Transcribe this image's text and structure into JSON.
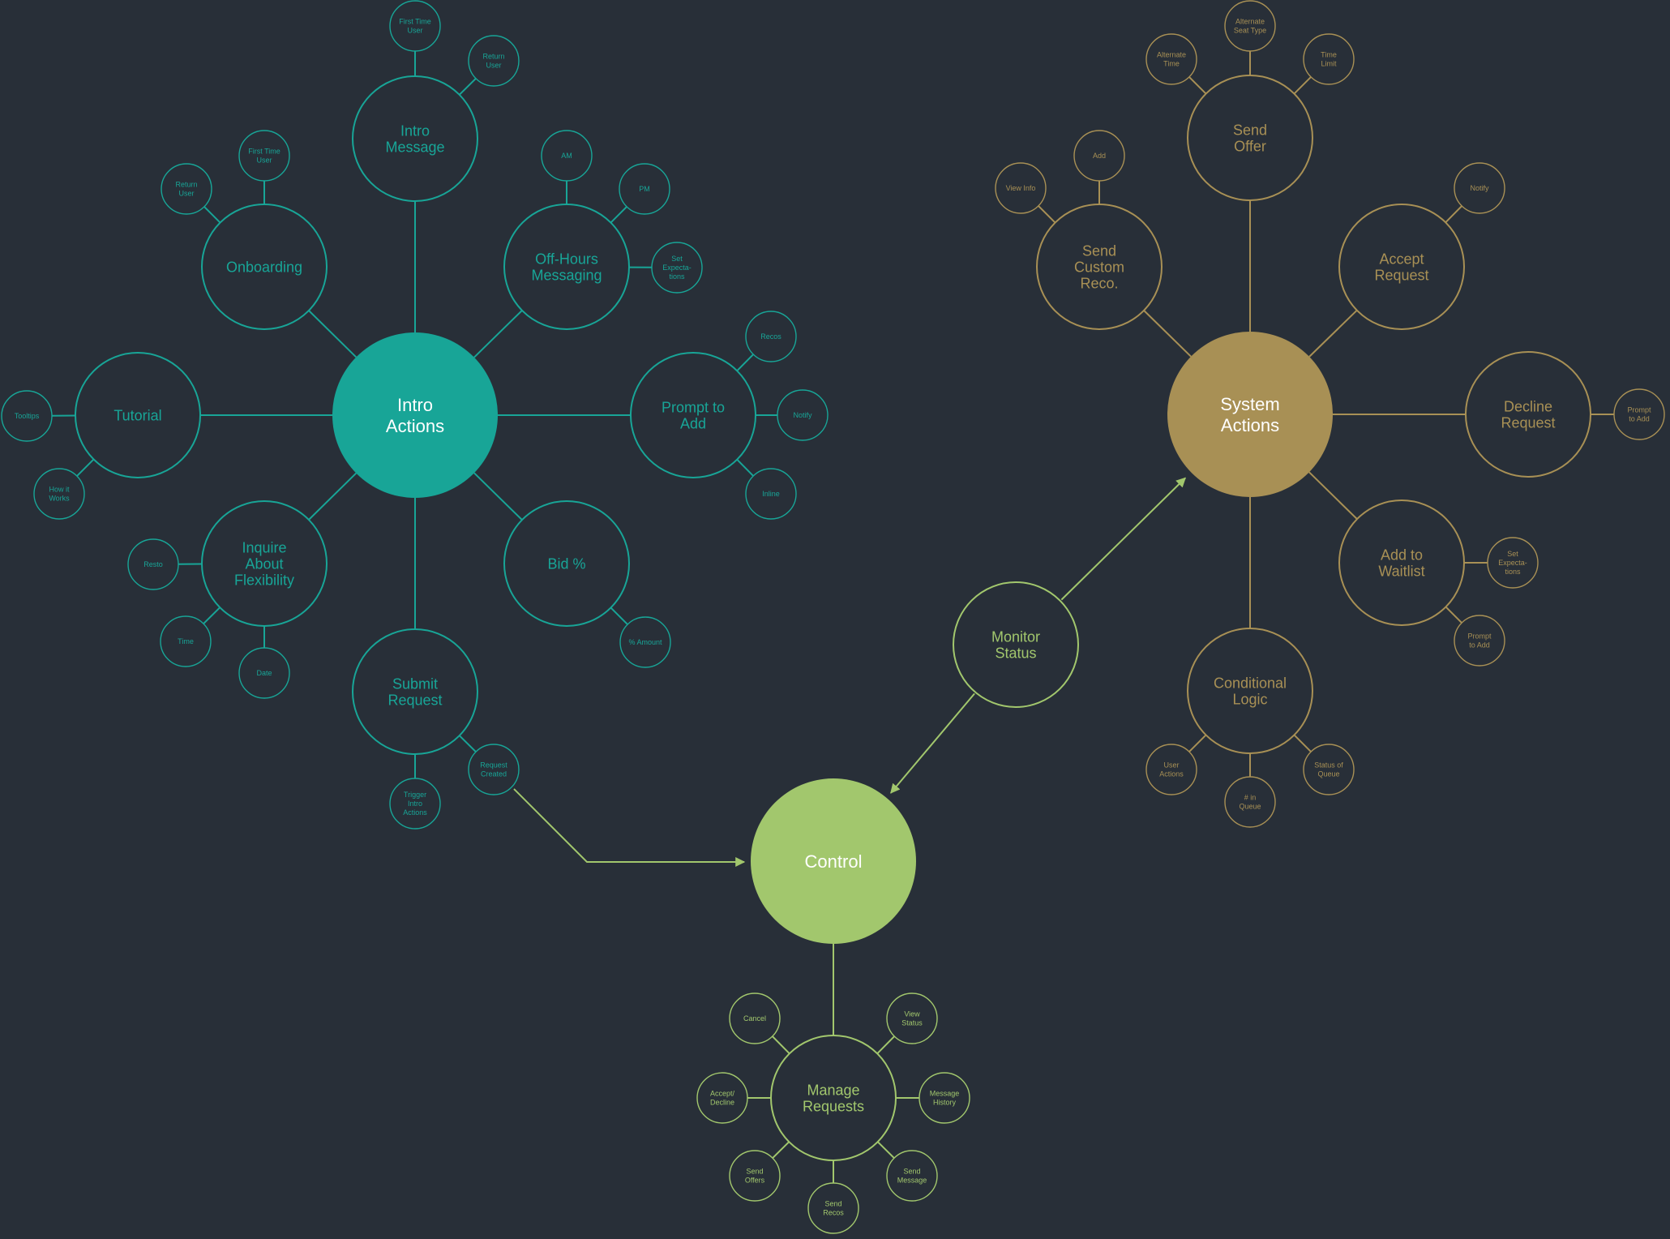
{
  "colors": {
    "background": "#282f38",
    "teal": "#18a597",
    "gold": "#a89055",
    "green": "#a2c76d",
    "hub_text": "#ffffff"
  },
  "hubs": {
    "intro": {
      "label": [
        "Intro",
        "Actions"
      ],
      "color": "teal"
    },
    "system": {
      "label": [
        "System",
        "Actions"
      ],
      "color": "gold"
    },
    "control": {
      "label": [
        "Control"
      ],
      "color": "green"
    },
    "monitor": {
      "label": [
        "Monitor",
        "Status"
      ],
      "color": "green"
    }
  },
  "branches": {
    "intro_message": {
      "label": [
        "Intro",
        "Message"
      ],
      "children": [
        [
          "First Time",
          "User"
        ],
        [
          "Return",
          "User"
        ]
      ]
    },
    "onboarding": {
      "label": [
        "Onboarding"
      ],
      "children": [
        [
          "Return",
          "User"
        ],
        [
          "First Time",
          "User"
        ]
      ]
    },
    "off_hours": {
      "label": [
        "Off-Hours",
        "Messaging"
      ],
      "children": [
        [
          "AM"
        ],
        [
          "PM"
        ],
        [
          "Set",
          "Expecta-",
          "tions"
        ]
      ]
    },
    "tutorial": {
      "label": [
        "Tutorial"
      ],
      "children": [
        [
          "Tooltips"
        ],
        [
          "How it",
          "Works"
        ]
      ]
    },
    "prompt_to_add": {
      "label": [
        "Prompt to",
        "Add"
      ],
      "children": [
        [
          "Recos"
        ],
        [
          "Notify"
        ],
        [
          "Inline"
        ]
      ]
    },
    "inquire": {
      "label": [
        "Inquire",
        "About",
        "Flexibility"
      ],
      "children": [
        [
          "Resto"
        ],
        [
          "Time"
        ],
        [
          "Date"
        ]
      ]
    },
    "bid": {
      "label": [
        "Bid %"
      ],
      "children": [
        [
          "% Amount"
        ]
      ]
    },
    "submit_request": {
      "label": [
        "Submit",
        "Request"
      ],
      "children": [
        [
          "Request",
          "Created"
        ],
        [
          "Trigger",
          "Intro",
          "Actions"
        ]
      ]
    },
    "send_offer": {
      "label": [
        "Send",
        "Offer"
      ],
      "children": [
        [
          "Alternate",
          "Seat Type"
        ],
        [
          "Alternate",
          "Time"
        ],
        [
          "Time",
          "Limit"
        ]
      ]
    },
    "send_custom_reco": {
      "label": [
        "Send",
        "Custom",
        "Reco."
      ],
      "children": [
        [
          "Add"
        ],
        [
          "View Info"
        ]
      ]
    },
    "accept_request": {
      "label": [
        "Accept",
        "Request"
      ],
      "children": [
        [
          "Notify"
        ]
      ]
    },
    "decline_request": {
      "label": [
        "Decline",
        "Request"
      ],
      "children": [
        [
          "Prompt",
          "to Add"
        ]
      ]
    },
    "add_to_waitlist": {
      "label": [
        "Add to",
        "Waitlist"
      ],
      "children": [
        [
          "Set",
          "Expecta-",
          "tions"
        ],
        [
          "Prompt",
          "to Add"
        ]
      ]
    },
    "conditional_logic": {
      "label": [
        "Conditional",
        "Logic"
      ],
      "children": [
        [
          "User",
          "Actions"
        ],
        [
          "# in",
          "Queue"
        ],
        [
          "Status of",
          "Queue"
        ]
      ]
    },
    "manage_requests": {
      "label": [
        "Manage",
        "Requests"
      ],
      "children": [
        [
          "Cancel"
        ],
        [
          "View",
          "Status"
        ],
        [
          "Accept/",
          "Decline"
        ],
        [
          "Message",
          "History"
        ],
        [
          "Send",
          "Offers"
        ],
        [
          "Send",
          "Recos"
        ],
        [
          "Send",
          "Message"
        ]
      ]
    }
  }
}
